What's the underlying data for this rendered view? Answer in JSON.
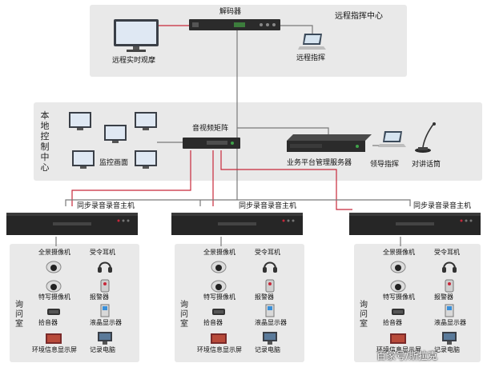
{
  "remote_center": {
    "title": "远程指挥中心",
    "decoder": "解码器",
    "remote_view": "远程实时观摩",
    "remote_command": "远程指挥"
  },
  "local_center": {
    "title": "本地控制中心",
    "matrix": "音视频矩阵",
    "monitor_screens": "监控画面",
    "server": "业务平台管理服务器",
    "leader_command": "领导指挥",
    "intercom": "对讲话筒"
  },
  "recorders": [
    {
      "label": "同步录音录音主机"
    },
    {
      "label": "同步录音录音主机"
    },
    {
      "label": "同步录音录音主机"
    }
  ],
  "rooms": [
    {
      "title": "询问室",
      "items": [
        "全景摄像机",
        "受令耳机",
        "特写摄像机",
        "报警器",
        "拾音器",
        "液晶显示器",
        "环境信息显示屏",
        "记录电脑"
      ]
    },
    {
      "title": "询问室",
      "items": [
        "全景摄像机",
        "受令耳机",
        "特写摄像机",
        "报警器",
        "拾音器",
        "液晶显示器",
        "环境信息显示屏",
        "记录电脑"
      ]
    },
    {
      "title": "询问室",
      "items": [
        "全景摄像机",
        "受令耳机",
        "特写摄像机",
        "报警器",
        "拾音器",
        "液晶显示器",
        "环境信息显示屏",
        "记录电脑"
      ]
    }
  ],
  "watermark": "百家号/斯拉克",
  "colors": {
    "red_wire": "#c8283a",
    "gray_wire": "#7a7a7a",
    "zone_bg": "#e9e9e9"
  }
}
